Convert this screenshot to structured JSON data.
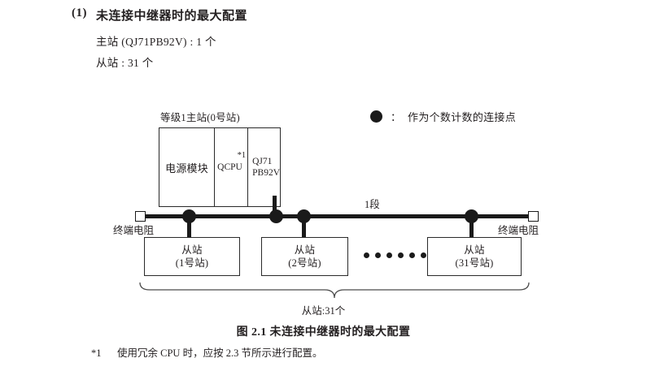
{
  "heading": {
    "number": "(1)",
    "title": "未连接中继器时的最大配置"
  },
  "spec": {
    "master": "主站 (QJ71PB92V) : 1 个",
    "slave": "从站 : 31 个"
  },
  "legend": {
    "symbol_icon": "filled-circle-icon",
    "colon": "：",
    "text": "作为个数计数的连接点"
  },
  "diagram": {
    "master_station": {
      "label": "等级1主站(0号站)",
      "cells": {
        "power": "电源模块",
        "cpu": "QCPU",
        "cpu_note": "*1",
        "module": "QJ71\nPB92V"
      }
    },
    "bus": {
      "segment_label": "1段",
      "terminator_left_label": "终端电阻",
      "terminator_right_label": "终端电阻"
    },
    "slaves": [
      {
        "name": "从站",
        "station": "(1号站)"
      },
      {
        "name": "从站",
        "station": "(2号站)"
      },
      {
        "name": "从站",
        "station": "(31号站)"
      }
    ],
    "ellipsis_dot_count": 6,
    "brace_label": "从站:31个"
  },
  "caption": "图 2.1  未连接中继器时的最大配置",
  "footnote": {
    "mark": "*1",
    "text": "使用冗余 CPU 时，应按 2.3 节所示进行配置。"
  },
  "colors": {
    "ink": "#231f20",
    "line": "#1a1a1a",
    "paper": "#ffffff"
  }
}
